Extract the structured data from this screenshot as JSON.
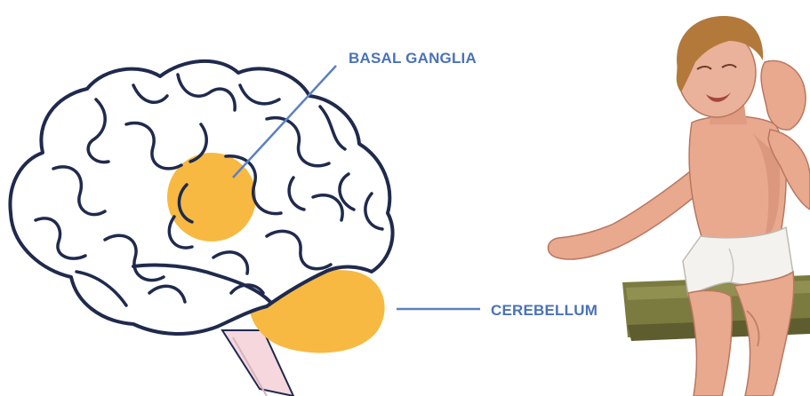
{
  "labels": {
    "basal_ganglia": "BASAL GANGLIA",
    "cerebellum": "CEREBELLUM"
  },
  "colors": {
    "outline": "#1f2a4d",
    "highlight": "#f7b942",
    "label_text": "#4a72b8",
    "leader_line": "#5b80c4",
    "brainstem": "#f6d7de",
    "skin": "#e8a98f",
    "hair": "#b2793b",
    "shorts": "#f3f2ef",
    "bench": "#7b7a3f"
  },
  "figure": {
    "brain_icon": "brain-outline-icon",
    "child_illustration": "child-sitting-illustration"
  }
}
